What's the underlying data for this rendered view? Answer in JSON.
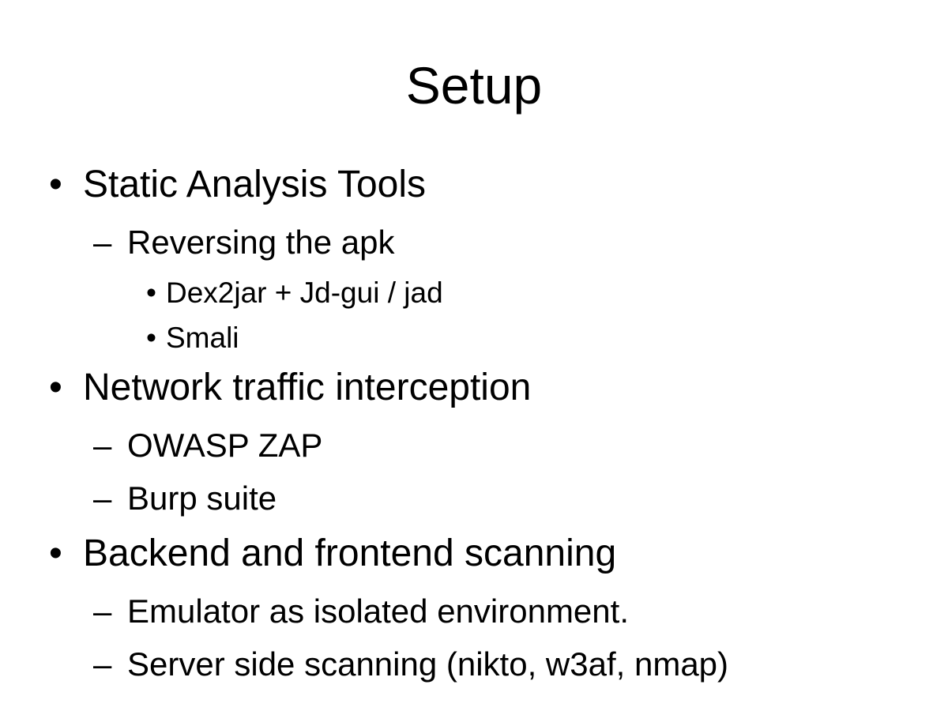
{
  "slide": {
    "title": "Setup",
    "colors": {
      "background": "#ffffff",
      "text": "#000000"
    },
    "bullet_glyphs": {
      "level1": "•",
      "level2": "–",
      "level3": "•"
    },
    "bullets": [
      {
        "level": 1,
        "text": "Static Analysis Tools"
      },
      {
        "level": 2,
        "text": "Reversing the apk"
      },
      {
        "level": 3,
        "text": "Dex2jar + Jd-gui / jad"
      },
      {
        "level": 3,
        "text": "Smali"
      },
      {
        "level": 1,
        "text": "Network traffic interception"
      },
      {
        "level": 2,
        "text": "OWASP ZAP"
      },
      {
        "level": 2,
        "text": "Burp suite"
      },
      {
        "level": 1,
        "text": "Backend and frontend scanning"
      },
      {
        "level": 2,
        "text": "Emulator as isolated environment."
      },
      {
        "level": 2,
        "text": "Server side scanning (nikto, w3af, nmap)"
      }
    ]
  }
}
